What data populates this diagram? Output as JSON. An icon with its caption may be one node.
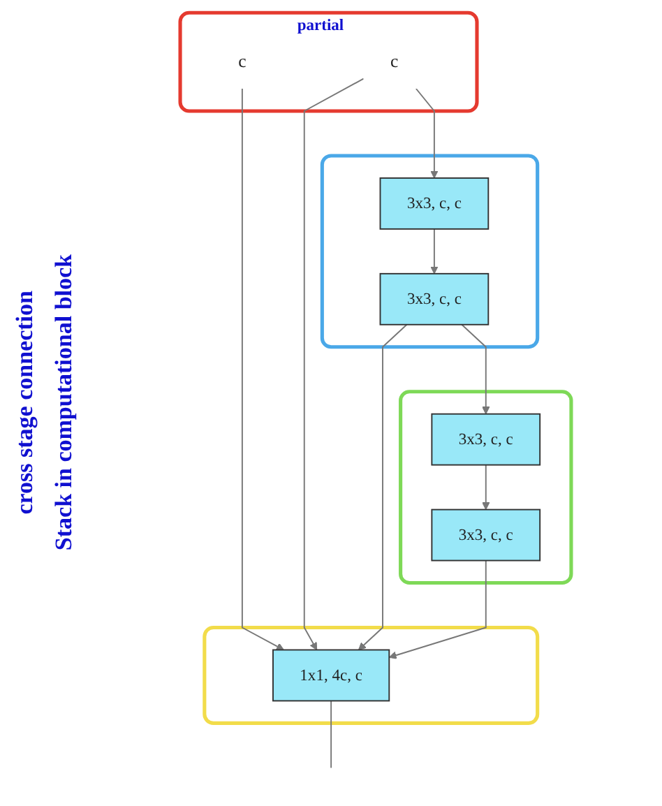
{
  "diagram": {
    "nodes": [
      {
        "text": [
          "partial"
        ]
      },
      {
        "text": [
          "c"
        ],
        "in": 0
      },
      {
        "text": [
          "c"
        ],
        "in": 0
      },
      {
        "text": [],
        "shape": "box"
      },
      {
        "text": [
          "3x3, c, c"
        ],
        "in": 3
      },
      {
        "text": [
          "3x3, c, c"
        ],
        "in": 3
      },
      {
        "text": [],
        "shape": "box"
      },
      {
        "text": [
          "3x3, c, c"
        ],
        "in": 6
      },
      {
        "text": [
          "3x3, c, c"
        ],
        "in": 6
      },
      {
        "text": [],
        "shape": "box"
      },
      {
        "text": [
          "1x1, 4c, c"
        ],
        "in": 9
      }
    ],
    "edges": [
      {
        "from": 2,
        "to": 4,
        "arrow": "to"
      },
      {
        "from": 4,
        "to": 5,
        "arrow": "to"
      },
      {
        "from": 5,
        "to": 7,
        "arrow": "to"
      },
      {
        "from": 7,
        "to": 8,
        "arrow": "to"
      },
      {
        "from": 1,
        "to": 10,
        "arrow": "to"
      },
      {
        "from": 2,
        "to": 10,
        "arrow": "to"
      },
      {
        "from": 5,
        "to": 10,
        "arrow": "to"
      },
      {
        "from": 8,
        "to": 10,
        "arrow": "to"
      },
      {
        "from": 10,
        "to": null,
        "arrow": "none"
      }
    ],
    "labels": [
      "cross stage connection",
      "Stack in computational block"
    ]
  }
}
